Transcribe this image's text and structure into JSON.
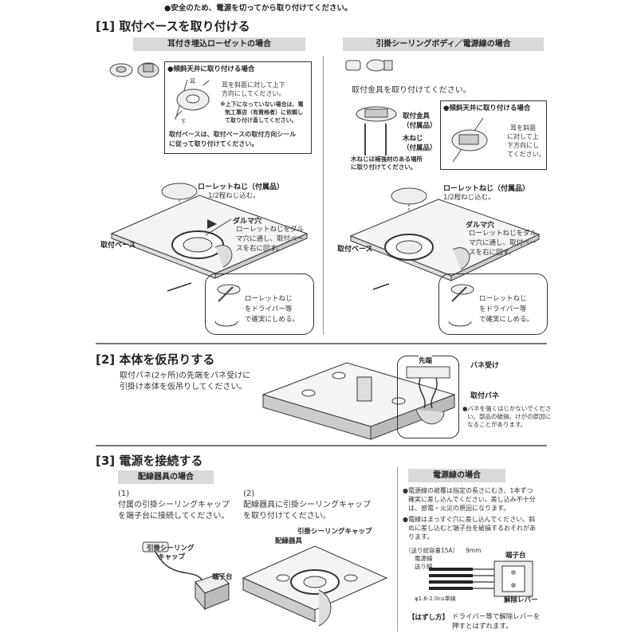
{
  "notice": "●安全のため、電源を切ってから取り付けてください。",
  "s1": {
    "title": "[1] 取付ベースを取り付ける",
    "left": {
      "header": "耳付き埋込ローゼットの場合",
      "box_title": "●傾斜天井に取り付ける場合",
      "ear_label": "耳",
      "ear_text": [
        "耳を斜面に対して上下",
        "方向にしてください。"
      ],
      "note": [
        "※上下になっていない場合は、電",
        "気工事店（有資格者）に依頼し",
        "て取り付け直してください。"
      ],
      "base_note": [
        "取付ベースは、取付ベースの取付方向シール",
        "に従って取り付けてください。"
      ],
      "lower_arrow": "下",
      "knurl_title": "ローレットねじ（付属品）",
      "knurl_sub": "1/2程ねじ込む。",
      "daruma_title": "ダルマ穴",
      "daruma_text": [
        "ローレットねじをダル",
        "マ穴に通し、取付ベー",
        "スを右に回す。"
      ],
      "base_label": "取付ベース",
      "detail": [
        "ローレットねじ",
        "をドライバー等",
        "で確実にしめる。"
      ]
    },
    "right": {
      "header": "引掛シーリングボディ／電源線の場合",
      "bracket_note": "取付金具を取り付けてください。",
      "bracket_label": [
        "取付金具",
        "（付属品）"
      ],
      "screw_label": [
        "木ねじ",
        "（付属品）"
      ],
      "wood_note": [
        "木ねじは補強材のある場所",
        "に取り付けてください。"
      ],
      "box_title": "●傾斜天井に取り付ける場合",
      "ear_text": [
        "耳を斜面",
        "に対して上",
        "下方向にし",
        "てください。"
      ],
      "knurl_title": "ローレットねじ（付属品）",
      "knurl_sub": "1/2程ねじ込む。",
      "daruma_title": "ダルマ穴",
      "daruma_text": [
        "ローレットねじをダル",
        "マ穴に通し、取付ベー",
        "スを右に回す。"
      ],
      "base_label": "取付ベース",
      "detail": [
        "ローレットねじ",
        "をドライバー等",
        "で確実にしめる。"
      ]
    }
  },
  "s2": {
    "title": "[2] 本体を仮吊りする",
    "text": [
      "取付バネ(2ヶ所)の先端をバネ受けに",
      "引掛け本体を仮吊りしてください。"
    ],
    "tip_label": "先端",
    "spring_seat": "バネ受け",
    "spring_label": "取付バネ",
    "warning": [
      "●バネを強くはじかないでくださ",
      "い。部品の破損、けがの原因に",
      "なることがあります。"
    ]
  },
  "s3": {
    "title": "[3] 電源を接続する",
    "wiring_header": "配線器具の場合",
    "step1_num": "(1)",
    "step1_text": [
      "付属の引掛シーリングキャップ",
      "を端子台に接続してください。"
    ],
    "cap_label": [
      "引掛シーリング",
      "キャップ"
    ],
    "terminal_label": "端子台",
    "step2_num": "(2)",
    "step2_text": [
      "配線器具に引掛シーリングキャップ",
      "を取り付けてください。"
    ],
    "cap_label2": "引掛シーリングキャップ",
    "wiring_label": "配線器具",
    "power_header": "電源線の場合",
    "power_note1": [
      "●電源線の被覆は指定の長さにむき、1本ずつ",
      "確実に差し込んでください。差し込み不十分",
      "は、感電・火災の原因になります。"
    ],
    "power_note2": [
      "●電線はまっすぐ穴に差し込んでください。斜",
      "めに差し込むと端子台を破損するおそれがあ",
      "ります。"
    ],
    "capacity": "（送り総容量15A）",
    "strip_len": "9mm",
    "power_wire": "電源線",
    "feed_wire": "送り線",
    "wire_spec": "φ1.6-2.0cu単線",
    "release_lever": "解除レバー",
    "removal_label": "【はずし方】",
    "removal_text": [
      "ドライバー等で解除レバーを",
      "押すとはずれます。"
    ]
  }
}
